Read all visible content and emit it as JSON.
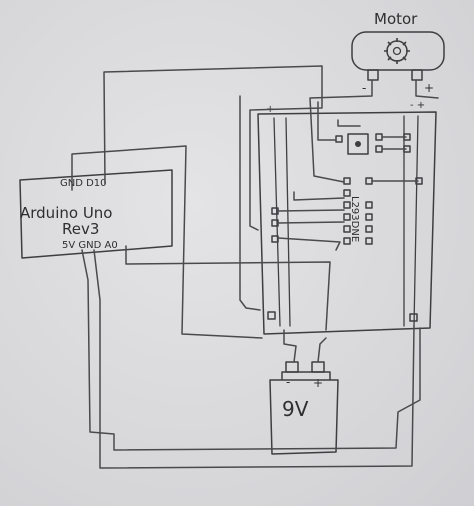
{
  "motor": {
    "title": "Motor",
    "minus_terminal": "-",
    "plus_terminal": "+"
  },
  "arduino": {
    "name_line1": "Arduino Uno",
    "name_line2": "Rev3",
    "pins_top": "GND D10",
    "pins_bottom": "5V GND A0"
  },
  "driver": {
    "chip_label": "L293DNE",
    "left_polarity": "+ -",
    "right_polarity": "- +"
  },
  "battery": {
    "label": "9V",
    "minus_terminal": "-",
    "plus_terminal": "+"
  }
}
